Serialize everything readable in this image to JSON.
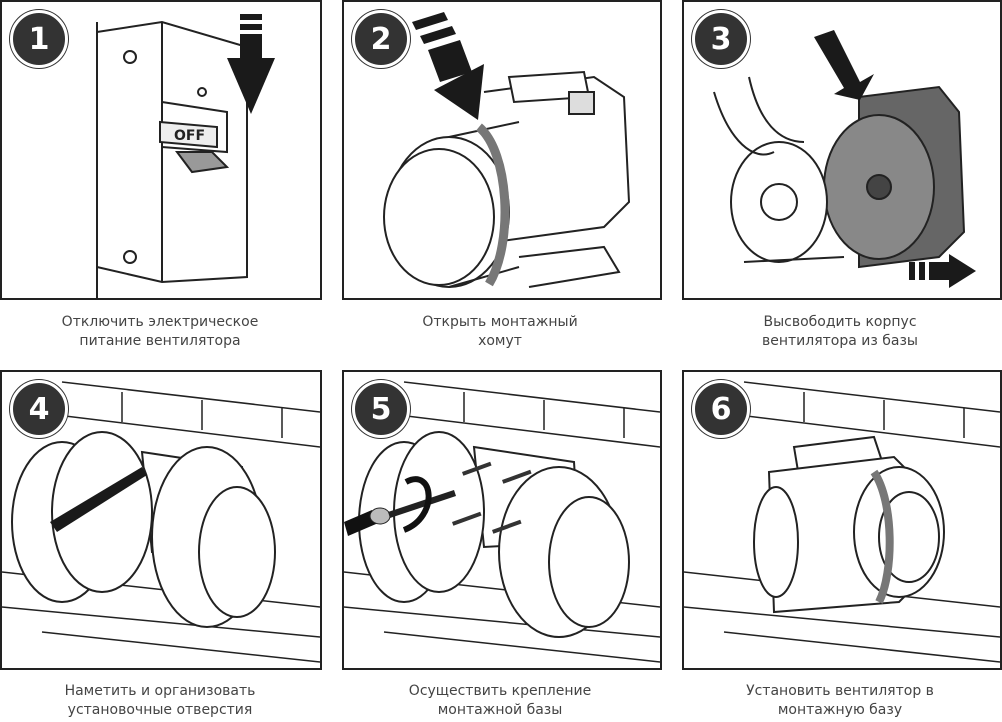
{
  "steps": [
    {
      "number": "1",
      "caption_line1": "Отключить электрическое",
      "caption_line2": "питание вентилятора",
      "switch_label": "OFF"
    },
    {
      "number": "2",
      "caption_line1": "Открыть монтажный",
      "caption_line2": "хомут"
    },
    {
      "number": "3",
      "caption_line1": "Высвободить корпус",
      "caption_line2": "вентилятора из базы"
    },
    {
      "number": "4",
      "caption_line1": "Наметить и организовать",
      "caption_line2": "установочные отверстия"
    },
    {
      "number": "5",
      "caption_line1": "Осуществить крепление",
      "caption_line2": "монтажной базы"
    },
    {
      "number": "6",
      "caption_line1": "Установить вентилятор в",
      "caption_line2": "монтажную базу"
    }
  ]
}
